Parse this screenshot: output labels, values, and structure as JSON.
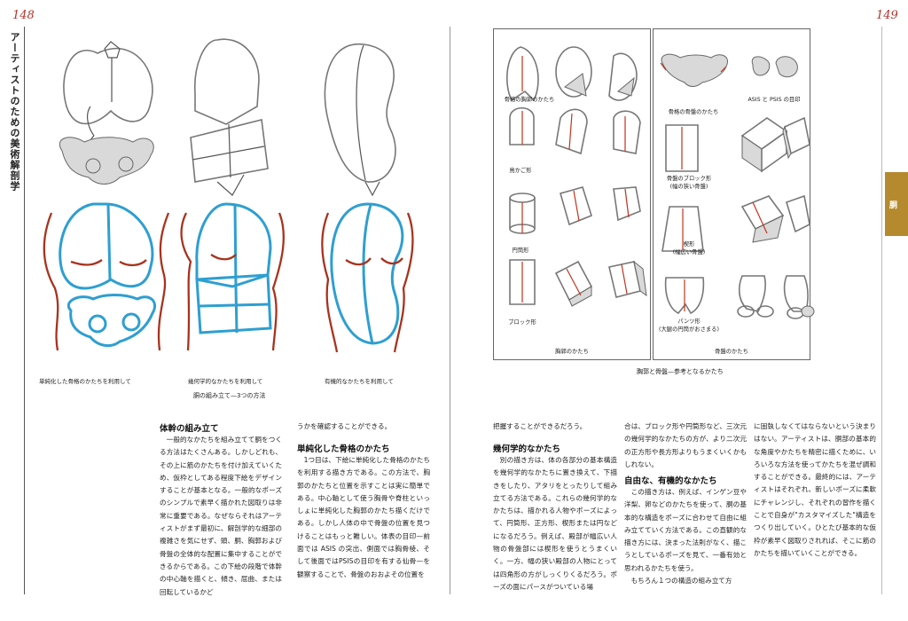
{
  "page_left": {
    "number": "148",
    "side_title": "アーティストのための美術解剖学"
  },
  "page_right": {
    "number": "149",
    "tab_label": "胴"
  },
  "left_figure": {
    "captions": [
      "単純化した骨格のかたちを利用して",
      "幾何学的なかたちを利用して",
      "有機的なかたちを利用して"
    ],
    "main_caption": "胴の組み立て—3つの方法"
  },
  "right_figure": {
    "left_panel": {
      "labels": [
        "骨格の胸郭のかたち",
        "鳥かご形",
        "円筒形",
        "ブロック形"
      ],
      "caption": "胸郭のかたち"
    },
    "right_panel": {
      "labels": [
        "骨格の骨盤のかたち",
        "ASIS と PSIS の目印",
        "骨盤のブロック形",
        "(幅の狭い骨盤)",
        "楔形",
        "(幅広い骨盤)",
        "パンツ形",
        "(大腿の円筒がおさまる)"
      ],
      "caption": "骨盤のかたち"
    },
    "main_caption": "胸郭と骨盤—参考となるかたち"
  },
  "text": {
    "col1_heading": "体幹の組み立て",
    "col1_body": "　一般的なかたちを組み立てて胴をつくる方法はたくさんある。しかしどれも、その上に筋のかたちを付け加えていくため、仮枠としてある程度下絵をデザインすることが基本となる。一般的なポーズのシンプルで素早く描かれた図取りは非常に重要である。なぜならそれはアーティストがまず最初に、解剖学的な細部の複雑さを気にせず、頭、胴、胸郭および骨盤の全体的な配置に集中することができるからである。この下絵の段階で体幹の中心軸を描くと、傾き、屈曲、または回転しているかど",
    "col2_lead": "うかを確認することができる。",
    "col2_heading": "単純化した骨格のかたち",
    "col2_body": "　1つ目は、下絵に単純化した骨格のかたちを利用する描き方である。この方法で、胸郭のかたちと位置を示すことは実に簡単である。中心軸として使う胸骨や脊柱といっしょに単純化した胸郭のかたち描くだけである。しかし人体の中で骨盤の位置を見つけることはもっと難しい。体表の目印—前面では ASIS の突出、側面では胸骨棱、そして後面ではPSISの目印を有する仙骨—を観察することで、骨盤のおおよその位置を",
    "col3_lead": "把握することができるだろう。",
    "col3_heading": "幾何学的なかたち",
    "col3_body": "　別の描き方は、体の各部分の基本構造を幾何学的なかたちに置き換えて、下描きをしたり、アタリをとったりして組み立てる方法である。これらの幾何学的なかたちは、描かれる人物やポーズによって、円筒形、正方形、楔形または円などになるだろう。例えば、殿部が幅広い人物の骨盤部には楔形を使うとうまくいく。一方、幅の狭い殿部の人物にとっては四角形の方がしっくりくるだろう。ポーズの面にパースがついている場",
    "col4_lead": "合は、ブロック形や円筒形など、三次元の幾何学的なかたちの方が、より二次元の正方形や長方形よりもうまくいくかもしれない。",
    "col4_heading": "自由な、有機的なかたち",
    "col4_body": "　この描き方は、例えば、インゲン豆や洋梨、卵などのかたちを使って、胴の基本的な構造をポーズに合わせて自由に組み立てていく方法である。この直観的な描き方には、決まった法則がなく、描こうとしているポーズを見て、一番有効と思われるかたちを使う。\n　もちろん１つの構造の組み立て方",
    "col5_body": "に固執しなくてはならないという決まりはない。アーティストは、胴部の基本的な角度やかたちを精密に描くために、いろいろな方法を使ってかたちを混ぜ調和することができる。最終的には、アーティストはそれぞれ、新しいポーズに柔軟にチャレンジし、それぞれの習作を描くことで自身が\"カスタマイズした\"構造をつくり出していく。ひとたび基本的な仮枠が素早く図取りされれば、そこに筋のかたちを描いていくことができる。"
  },
  "colors": {
    "accent_red": "#b3332b",
    "sketch_blue": "#2e9fd1",
    "muscle_red": "#a8331e",
    "tab_gold": "#b58a2e"
  }
}
